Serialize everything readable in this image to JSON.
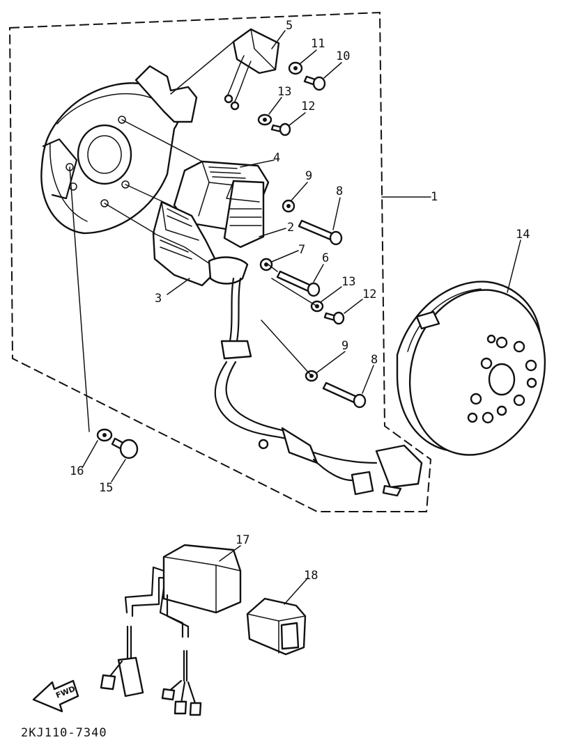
{
  "diagram": {
    "callouts": {
      "c1": "1",
      "c2": "2",
      "c3": "3",
      "c4": "4",
      "c5": "5",
      "c6": "6",
      "c7": "7",
      "c8a": "8",
      "c8b": "8",
      "c9a": "9",
      "c9b": "9",
      "c10": "10",
      "c11": "11",
      "c12a": "12",
      "c12b": "12",
      "c13a": "13",
      "c13b": "13",
      "c14": "14",
      "c15": "15",
      "c16": "16",
      "c17": "17",
      "c18": "18"
    },
    "fwd_label": "FWD",
    "drawing_code": "2KJ110-7340"
  }
}
